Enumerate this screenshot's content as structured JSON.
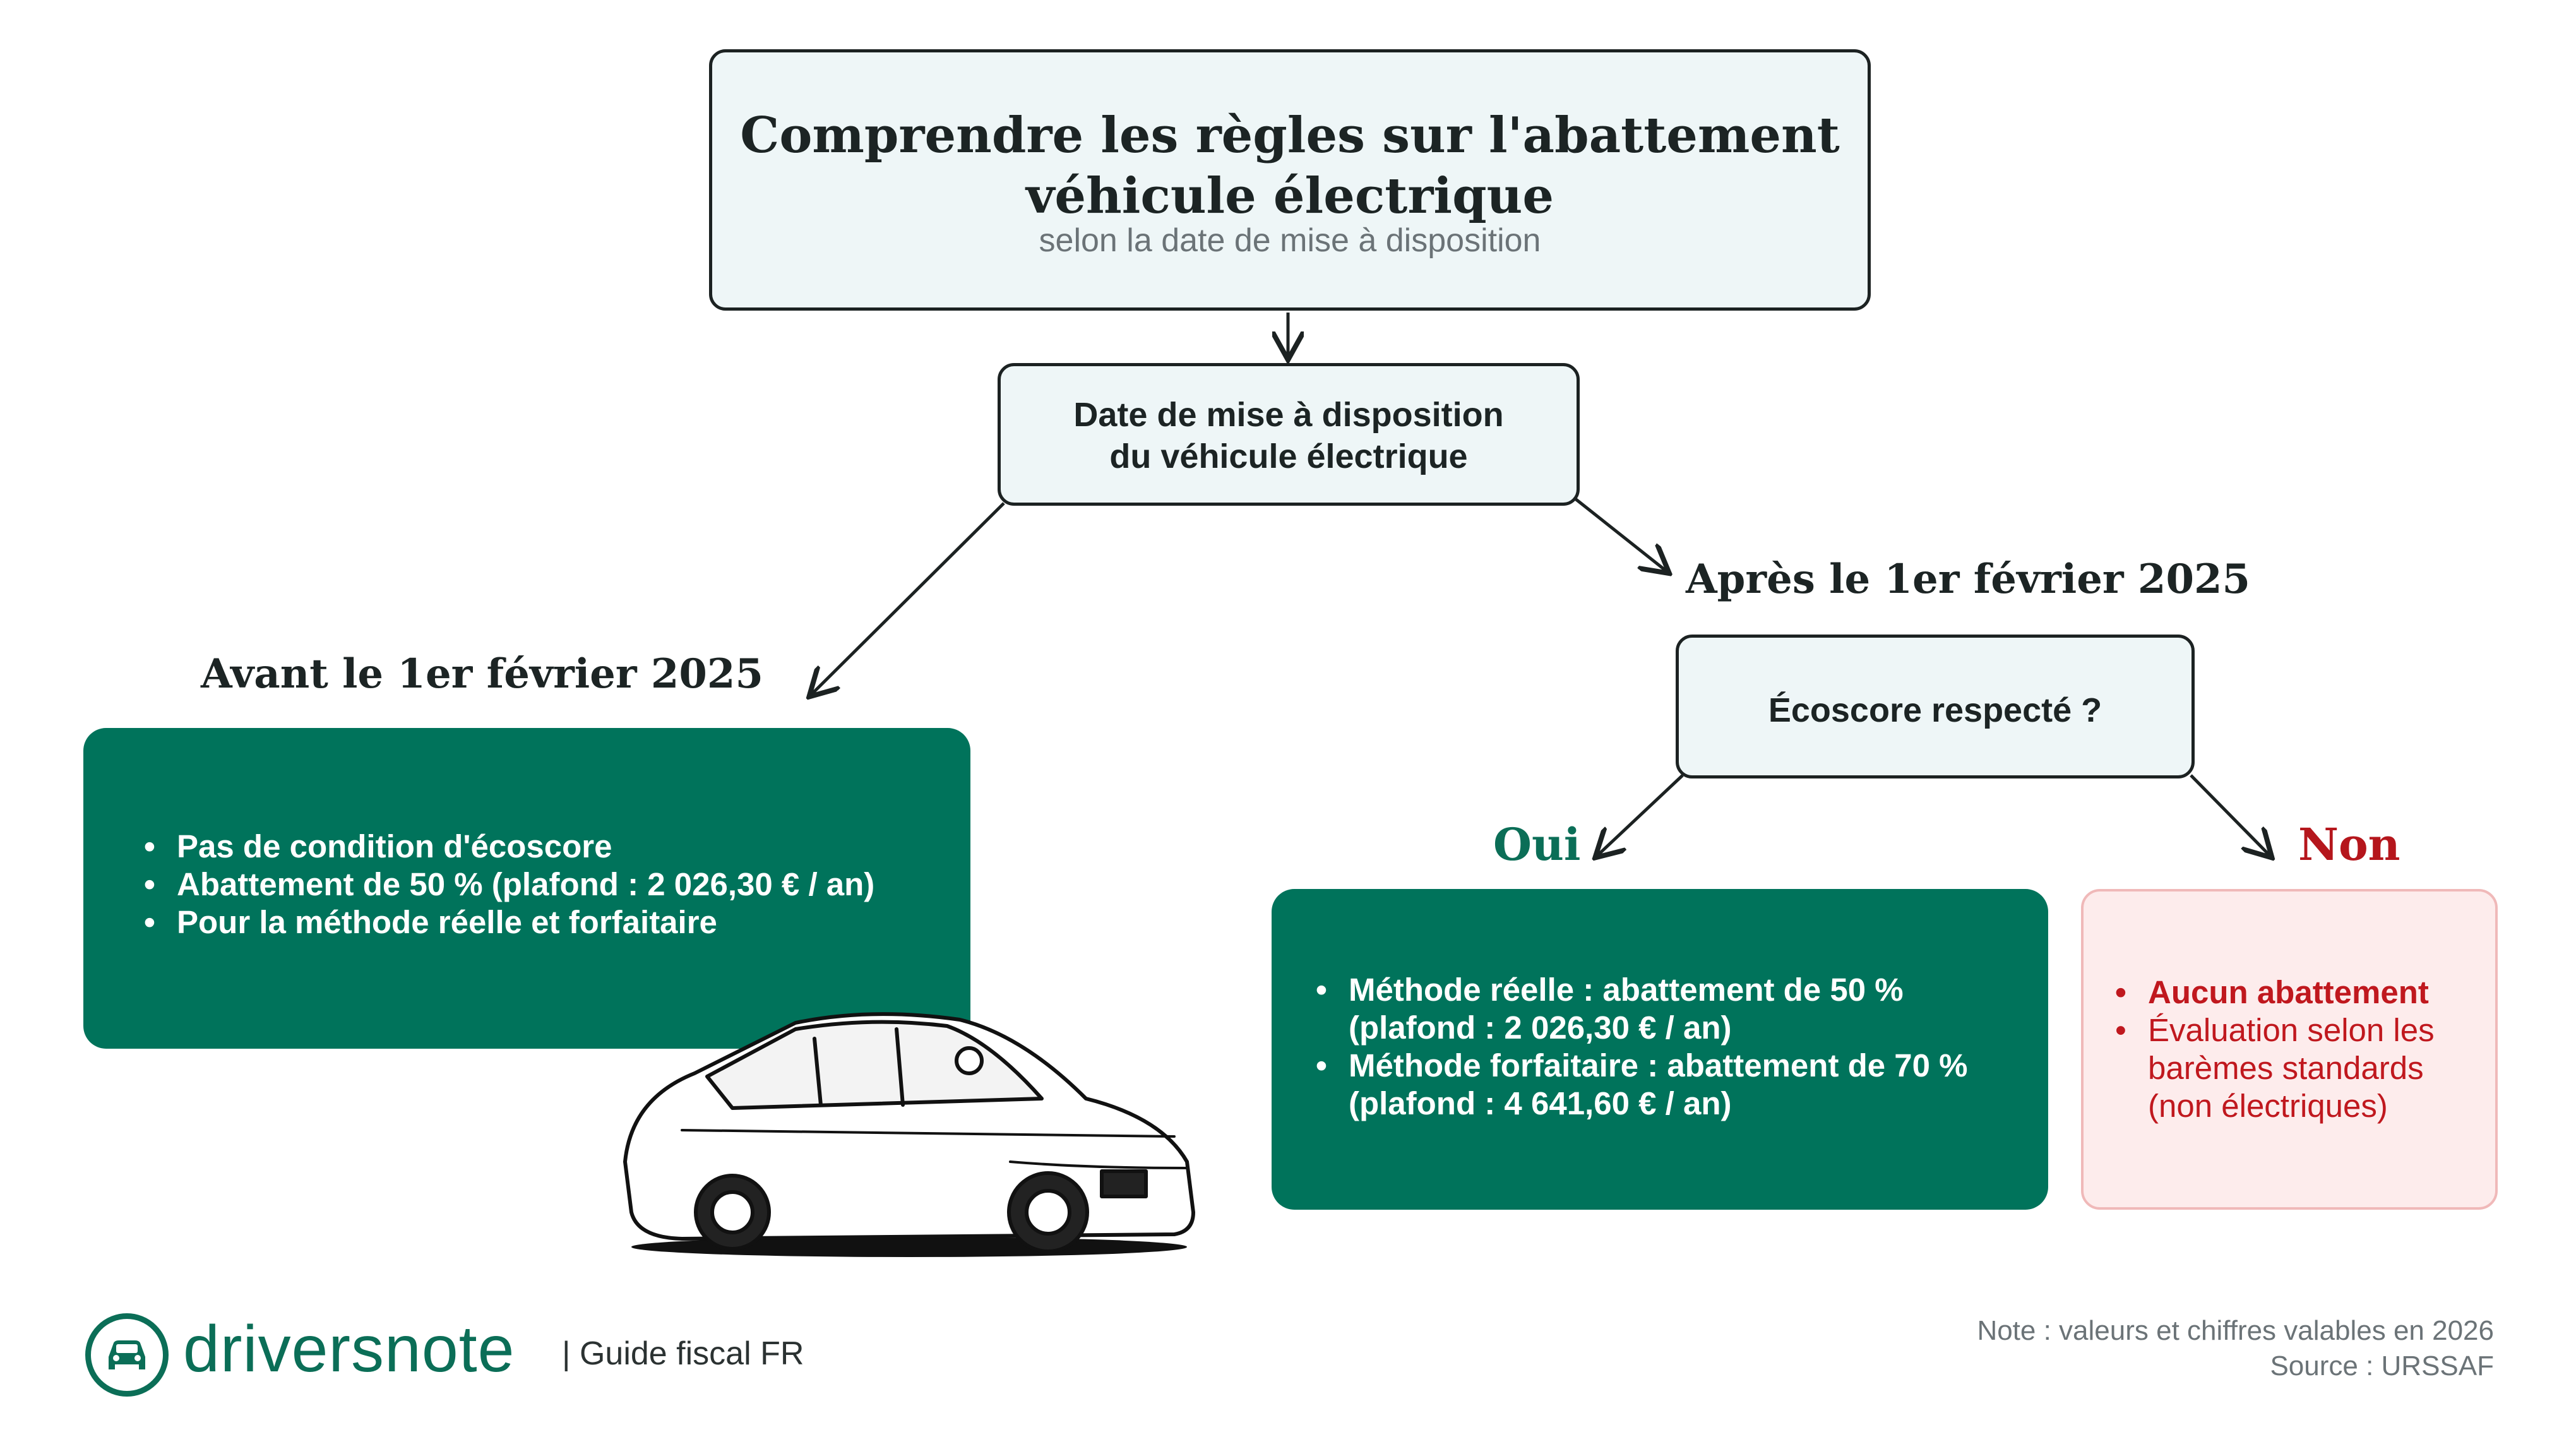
{
  "header": {
    "title_line1": "Comprendre les règles sur l'abattement",
    "title_line2": "véhicule électrique",
    "subtitle": "selon la date de mise à disposition"
  },
  "question1": {
    "line1": "Date de mise à disposition",
    "line2": "du véhicule électrique"
  },
  "branch_before": {
    "label": "Avant le 1er février 2025",
    "items": [
      "Pas de condition d'écoscore",
      "Abattement de 50 % (plafond : 2 026,30 € / an)",
      "Pour la méthode réelle et forfaitaire"
    ]
  },
  "branch_after": {
    "label": "Après le 1er février 2025",
    "question": "Écoscore respecté ?",
    "yes": {
      "label": "Oui",
      "items": [
        "Méthode réelle : abattement de 50 % (plafond : 2 026,30 € / an)",
        "Méthode forfaitaire : abattement de 70 % (plafond : 4 641,60 € / an)"
      ]
    },
    "no": {
      "label": "Non",
      "items": [
        "Aucun abattement",
        "Évaluation selon les barèmes standards (non électriques)"
      ]
    }
  },
  "footer": {
    "brand": "driversnote",
    "tagline": "| Guide fiscal FR",
    "note": "Note : valeurs et chiffres valables en 2026",
    "source": "Source : URSSAF"
  },
  "colors": {
    "green": "#00735b",
    "red": "#c0181e",
    "light_box": "#eef6f7",
    "pink_box": "#fdecec"
  },
  "icons": [
    "car-illustration",
    "car-logo-icon"
  ]
}
